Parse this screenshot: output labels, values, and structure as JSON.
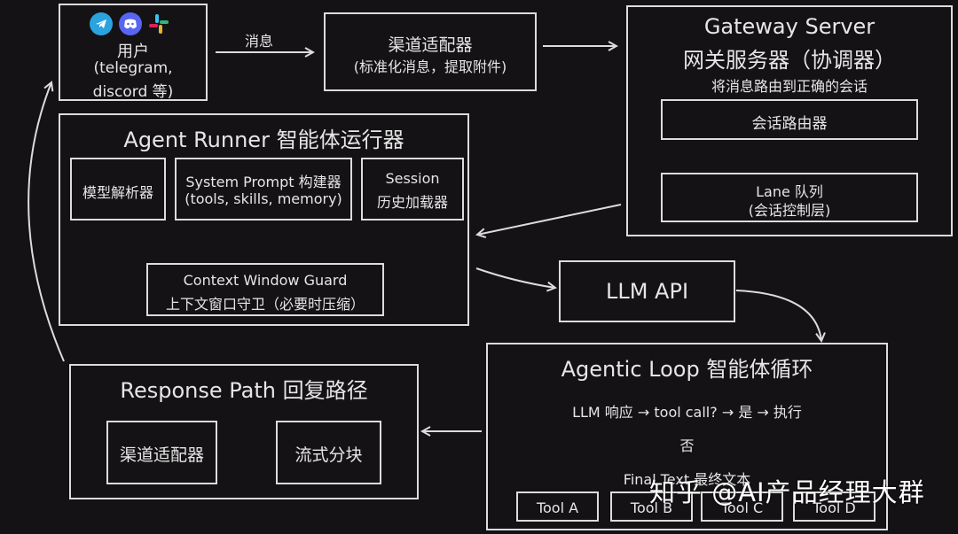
{
  "user": {
    "title": "用户",
    "line2": "(telegram,",
    "line3": "discord 等)",
    "icons": [
      "telegram-icon",
      "discord-icon",
      "slack-icon"
    ]
  },
  "edge_message_label": "消息",
  "channel_adapter": {
    "title": "渠道适配器",
    "subtitle": "(标准化消息，提取附件)"
  },
  "gateway": {
    "title_en": "Gateway Server",
    "title_zh": "网关服务器（协调器）",
    "subtitle": "将消息路由到正确的会话",
    "session_router": "会话路由器",
    "lane_queue_line1": "Lane 队列",
    "lane_queue_line2": "(会话控制层)"
  },
  "agent_runner": {
    "title": "Agent Runner 智能体运行器",
    "model_resolver": "模型解析器",
    "prompt_builder_line1": "System Prompt 构建器",
    "prompt_builder_line2": "(tools, skills, memory)",
    "session_loader_line1": "Session",
    "session_loader_line2": "历史加载器",
    "context_guard_line1": "Context Window Guard",
    "context_guard_line2": "上下文窗口守卫（必要时压缩）"
  },
  "llm_api": "LLM API",
  "agentic_loop": {
    "title": "Agentic Loop 智能体循环",
    "loop_text": "LLM 响应 → tool call? → 是 → 执行",
    "no_label": "否",
    "final_text": "Final Text 最终文本",
    "tools": [
      "Tool A",
      "Tool B",
      "Tool C",
      "Tool D"
    ]
  },
  "response_path": {
    "title": "Response Path 回复路径",
    "channel_adapter": "渠道适配器",
    "stream_chunking": "流式分块"
  },
  "watermark": "知乎 @AI产品经理大群",
  "colors": {
    "background": "#141214",
    "stroke": "#dcdcdc",
    "telegram": "#2aa3df",
    "discord": "#5865f2"
  }
}
